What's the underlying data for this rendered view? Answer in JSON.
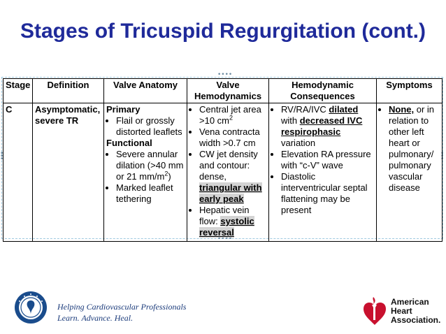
{
  "title": "Stages of Tricuspid Regurgitation (cont.)",
  "table": {
    "headers": [
      "Stage",
      "Definition",
      "Valve Anatomy",
      "Valve Hemodynamics",
      "Hemodynamic Consequences",
      "Symptoms"
    ],
    "row": {
      "stage": "C",
      "definition": "Asymptomatic, severe TR",
      "anatomy": {
        "primary_label": "Primary",
        "primary_items": [
          "Flail or grossly distorted leaflets"
        ],
        "functional_label": "Functional",
        "severe_annular": "Severe annular dilation (>40 mm or 21 mm/m",
        "severe_annular_sup": "2",
        "severe_annular_end": ")",
        "marked_tethering": "Marked leaflet tethering"
      },
      "hemodynamics": {
        "central_jet": "Central jet area >10 cm",
        "central_jet_sup": "2",
        "vena_contracta": "Vena contracta width >0.7 cm",
        "vena_contracta_word": "contracta",
        "cw_jet_pre": "CW jet density and contour: dense, ",
        "cw_jet_hl": "triangular with early peak",
        "hepatic_pre": "Hepatic vein flow: ",
        "hepatic_hl": "systolic reversal"
      },
      "consequences": {
        "rv_pre": "RV/RA/IVC ",
        "rv_dilated": "dilated",
        "rv_mid": " with ",
        "rv_decreased": "decreased IVC respirophasic",
        "rv_end": " variation",
        "elevation": "Elevation RA pressure with “c-V” wave",
        "diastolic": "Diastolic interventricular septal flattening may be present"
      },
      "symptoms": {
        "none": "None,",
        "rest": " or in relation to other left heart or pulmonary/ pulmonary vascular disease"
      }
    }
  },
  "footer": {
    "tagline_line1": "Helping Cardiovascular Professionals",
    "tagline_line2": "Learn. Advance. Heal.",
    "aha_line1": "American",
    "aha_line2": "Heart",
    "aha_line3": "Association."
  },
  "colors": {
    "title": "#1f2a9a",
    "acc_logo": "#1a4c8c",
    "aha_red": "#c8102e",
    "highlight": "#d3d3d3"
  },
  "icons": {
    "acc_logo": "acc-seal-icon",
    "aha_logo": "heart-torch-icon"
  }
}
